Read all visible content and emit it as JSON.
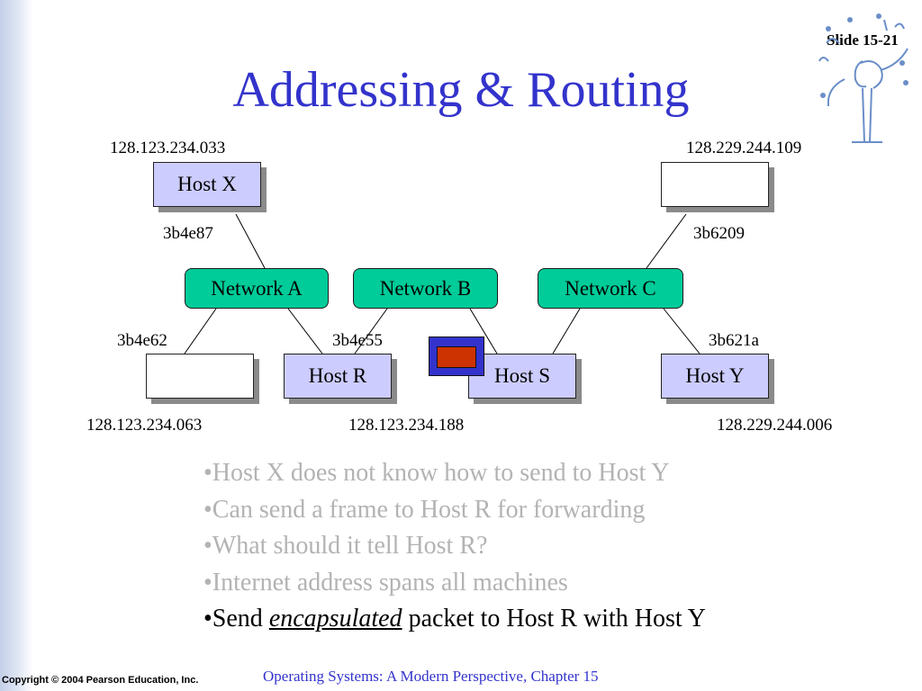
{
  "slide": {
    "title": "Addressing & Routing",
    "number": "Slide 15-21",
    "footer": "Operating Systems: A Modern Perspective, Chapter 15",
    "copyright": "Copyright © 2004 Pearson Education, Inc."
  },
  "diagram": {
    "hosts": {
      "x": {
        "label": "Host X",
        "ip": "128.123.234.033",
        "mac": "3b4e87"
      },
      "top_right": {
        "label": "",
        "ip": "128.229.244.109",
        "mac": "3b6209"
      },
      "bottom_left": {
        "label": "",
        "ip": "128.123.234.063",
        "mac": "3b4e62"
      },
      "r": {
        "label": "Host R",
        "ip": "128.123.234.188",
        "mac": "3b4e55"
      },
      "s": {
        "label": "Host S"
      },
      "y": {
        "label": "Host Y",
        "ip": "128.229.244.006",
        "mac": "3b621a"
      }
    },
    "networks": {
      "a": "Network A",
      "b": "Network B",
      "c": "Network C"
    }
  },
  "bullets": [
    {
      "text": "•Host X does not know how to send to Host Y",
      "state": "dim"
    },
    {
      "text": "•Can send a frame to Host R for forwarding",
      "state": "dim"
    },
    {
      "text": "•What should it tell Host R?",
      "state": "dim"
    },
    {
      "text": "•Internet address spans all machines",
      "state": "dim"
    },
    {
      "prefix": "•Send ",
      "emphasis": "encapsulated",
      "suffix": " packet to Host R with Host Y",
      "state": "active"
    }
  ],
  "colors": {
    "title": "#3333cc",
    "host_fill": "#ccccff",
    "network_fill": "#00cc99",
    "packet_outer": "#3333cc",
    "packet_inner": "#cc3300",
    "dim_text": "#b3b3b3"
  }
}
